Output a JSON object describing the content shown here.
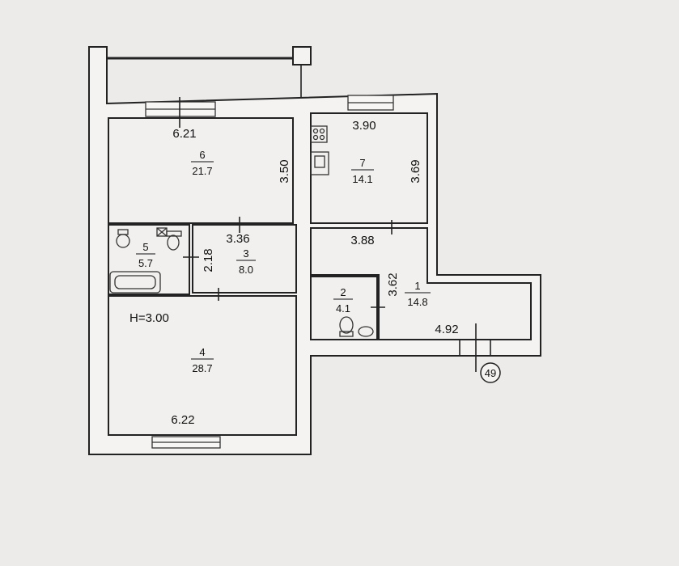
{
  "plan": {
    "height_label": "H=3.00",
    "axis_marker": "49",
    "rooms": [
      {
        "number": "1",
        "area": "14.8"
      },
      {
        "number": "2",
        "area": "4.1"
      },
      {
        "number": "3",
        "area": "8.0"
      },
      {
        "number": "4",
        "area": "28.7"
      },
      {
        "number": "5",
        "area": "5.7"
      },
      {
        "number": "6",
        "area": "21.7"
      },
      {
        "number": "7",
        "area": "14.1"
      }
    ],
    "dimensions": {
      "room6_width": "6.21",
      "room6_depth": "3.50",
      "room7_width": "3.90",
      "room7_depth": "3.69",
      "room3_width": "3.36",
      "room3_depth": "2.18",
      "room1_width": "3.88",
      "room1_depth": "3.62",
      "room1_lower_width": "4.92",
      "room4_width": "6.22"
    }
  }
}
